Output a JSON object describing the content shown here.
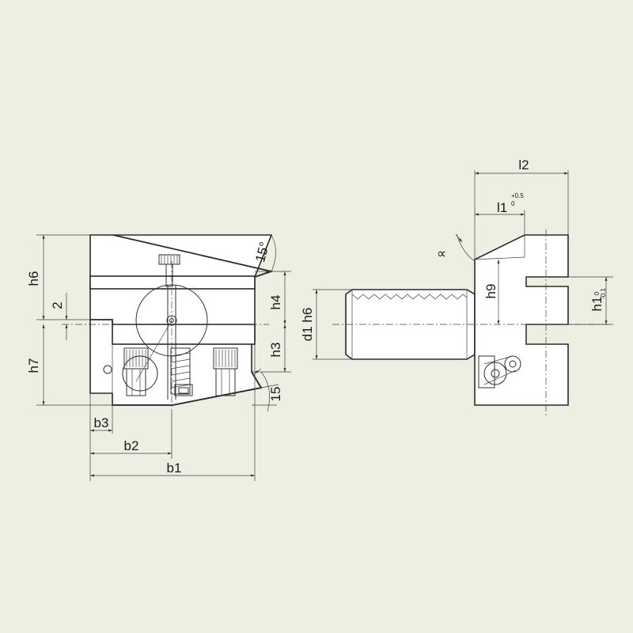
{
  "drawing": {
    "front_view": {
      "dimensions": {
        "h6": "h6",
        "two": "2",
        "h7": "h7",
        "h4": "h4",
        "h3": "h3",
        "angle_top": "15°",
        "angle_bottom": "15",
        "b3": "b3",
        "b2": "b2",
        "b1": "b1"
      }
    },
    "side_view": {
      "dimensions": {
        "l2": "l2",
        "l1_base": "l1",
        "l1_sub": "0",
        "l1_sup": "+0.5",
        "alpha": "∝",
        "h9": "h9",
        "d1": "d1 h6",
        "h1_base": "h1",
        "h1_tol": "0",
        "h1_tol2": "-0.1"
      }
    }
  }
}
